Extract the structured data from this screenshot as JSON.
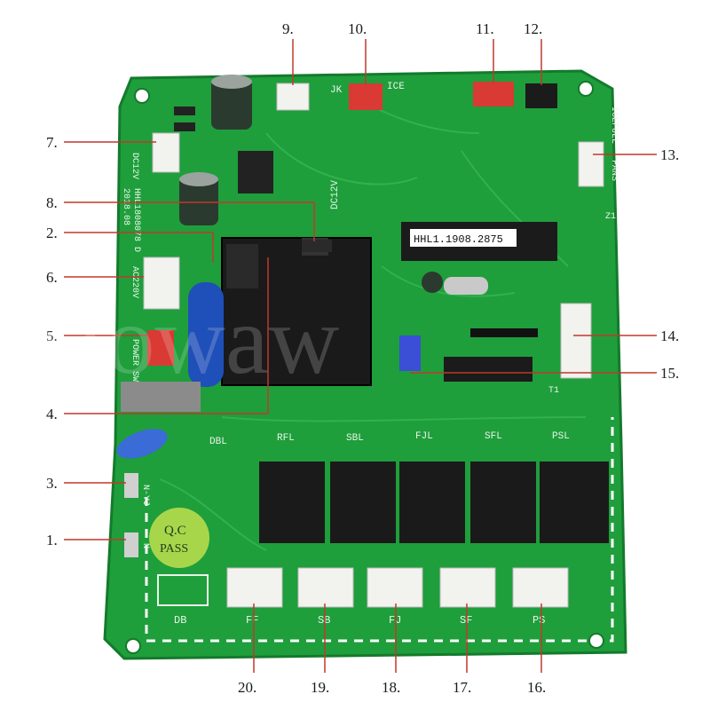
{
  "board": {
    "model_text": "HHL1808078 D",
    "date_text": "2018.08",
    "chip_label": "HHL1.1908.2875",
    "qc_line1": "Q.C",
    "qc_line2": "PASS",
    "watermark": "Howaw"
  },
  "silkscreen": {
    "jk": "JK",
    "ice": "ICE",
    "dc12v": "DC12V",
    "dc12v_left": "DC12V",
    "ac220v": "AC220V",
    "power_sw": "POWER SW",
    "icefull": "ICEFULL",
    "fans": "FANS",
    "dbl": "DBL",
    "rfl": "RFL",
    "sbl": "SBL",
    "fjl": "FJL",
    "sfl": "SFL",
    "psl": "PSL",
    "db": "DB",
    "ff": "FF",
    "sb": "SB",
    "fj": "FJ",
    "sf": "SF",
    "ps": "PS",
    "n": "N",
    "nl": "N-YJ",
    "t1": "T1",
    "z1": "Z1"
  },
  "callouts": {
    "c1": "1.",
    "c2": "2.",
    "c3": "3.",
    "c4": "4.",
    "c5": "5.",
    "c6": "6.",
    "c7": "7.",
    "c8": "8.",
    "c9": "9.",
    "c10": "10.",
    "c11": "11.",
    "c12": "12.",
    "c13": "13.",
    "c14": "14.",
    "c15": "15.",
    "c16": "16.",
    "c17": "17.",
    "c18": "18.",
    "c19": "19.",
    "c20": "20."
  },
  "colors": {
    "pcb": "#1f9e3c",
    "pcb_dark": "#147a2c",
    "callout_line": "#c0392b",
    "connector_white": "#f2f2ee",
    "connector_red": "#d93a33",
    "connector_black": "#1b1b1b",
    "relay_black": "#1a1a1a",
    "qc_sticker": "#a8d64a"
  }
}
